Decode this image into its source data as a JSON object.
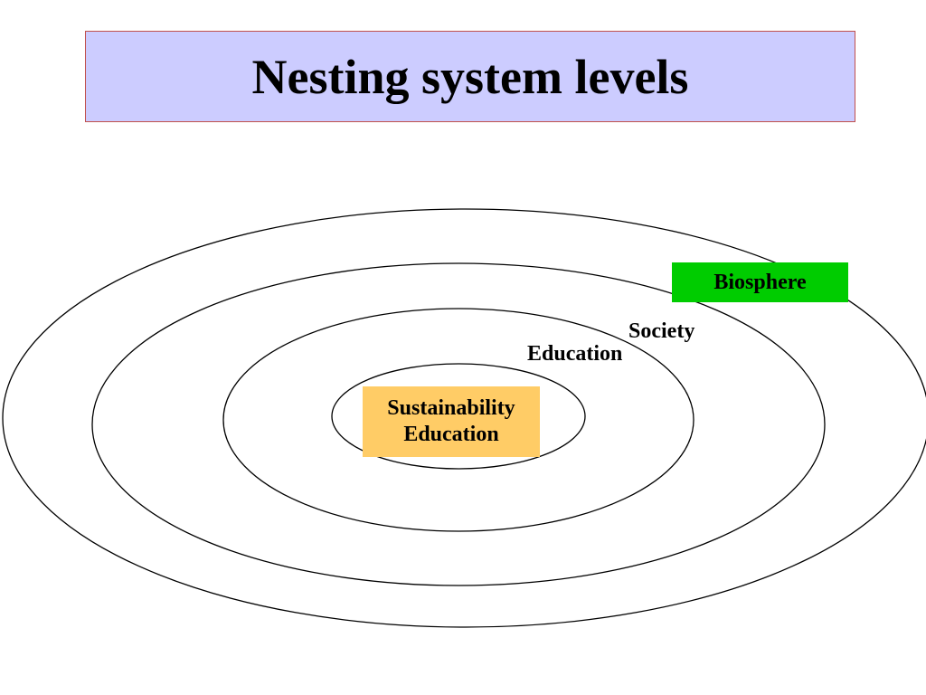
{
  "title": "Nesting system levels",
  "levels": {
    "biosphere": "Biosphere",
    "society": "Society",
    "education": "Education",
    "core_line1": "Sustainability",
    "core_line2": "Education"
  },
  "colors": {
    "title_background": "#ccccff",
    "title_border": "#c0504d",
    "biosphere_box": "#00cc00",
    "core_box": "#ffcc66",
    "ring_stroke": "#000000"
  }
}
